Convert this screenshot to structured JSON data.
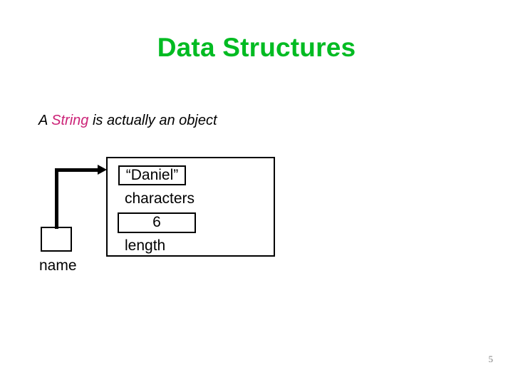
{
  "slide": {
    "title": "Data Structures",
    "title_color": "#00bb22",
    "page_number": "5"
  },
  "subtitle": {
    "prefix": "A ",
    "keyword": "String",
    "keyword_color": "#cc2277",
    "suffix": " is actually an object"
  },
  "diagram": {
    "variable": {
      "label": "name",
      "value": ""
    },
    "object": {
      "fields": [
        {
          "value": "“Daniel”",
          "label": "characters"
        },
        {
          "value": "6",
          "label": "length"
        }
      ]
    },
    "reference_arrow": "points-from-name-box-to-object"
  }
}
